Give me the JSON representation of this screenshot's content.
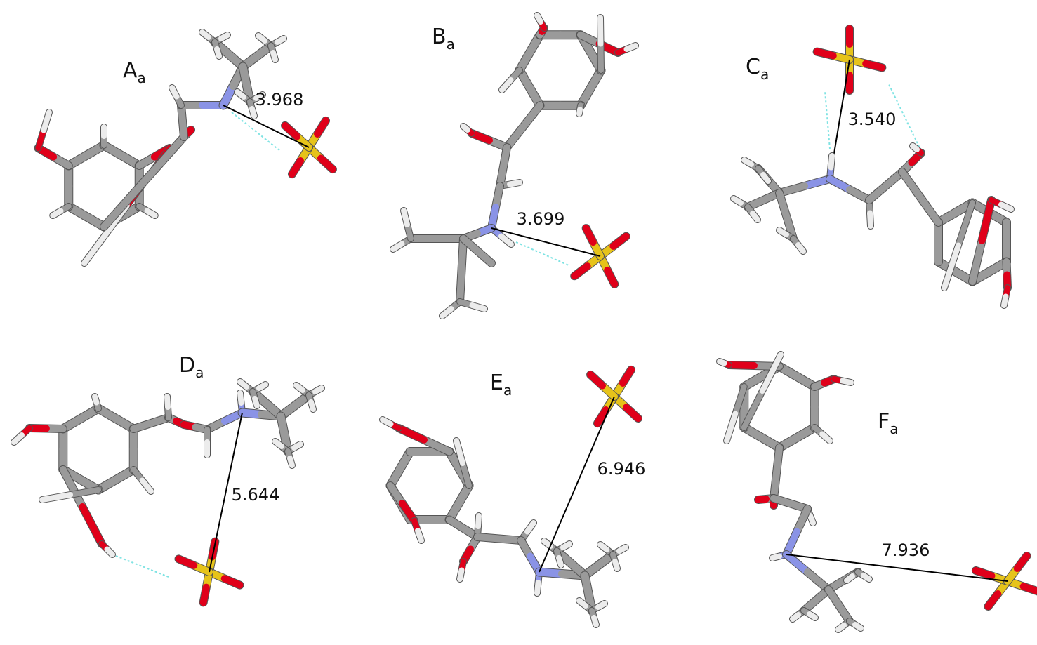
{
  "colors": {
    "carbon": "#9a9a9a",
    "hydrogen": "#ececec",
    "oxygen": "#e0001a",
    "nitrogen": "#8a93e6",
    "sulfur": "#e6c31a",
    "distance_line": "#000000",
    "hbond": "#7fe3e3"
  },
  "panels": [
    {
      "id": "a",
      "label": "A",
      "subscript": "a",
      "distance": "3.968"
    },
    {
      "id": "b",
      "label": "B",
      "subscript": "a",
      "distance": "3.699"
    },
    {
      "id": "c",
      "label": "C",
      "subscript": "a",
      "distance": "3.540"
    },
    {
      "id": "d",
      "label": "D",
      "subscript": "a",
      "distance": "5.644"
    },
    {
      "id": "e",
      "label": "E",
      "subscript": "a",
      "distance": "6.946"
    },
    {
      "id": "f",
      "label": "F",
      "subscript": "a",
      "distance": "7.936"
    }
  ]
}
